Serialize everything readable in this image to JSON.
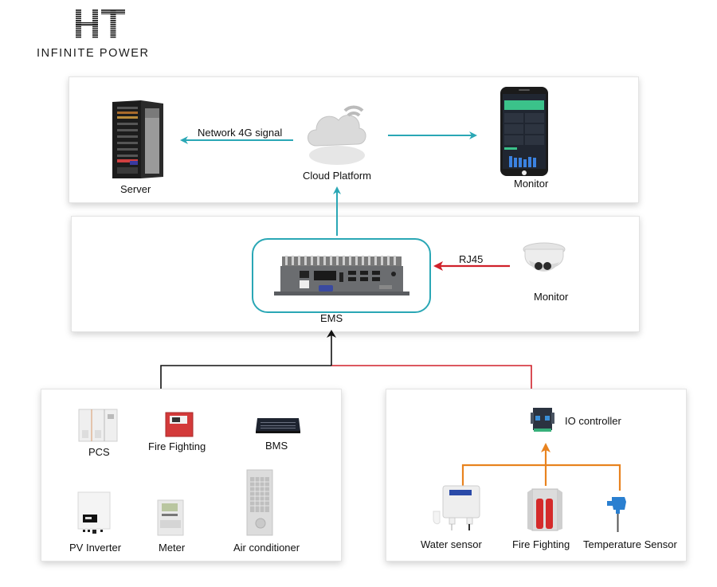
{
  "logo": {
    "mark": "HT",
    "tagline": "INFINITE POWER"
  },
  "cloud_tier": {
    "server_label": "Server",
    "cloud_label": "Cloud Platform",
    "phone_label": "Monitor",
    "link_label": "Network 4G signal"
  },
  "ems_tier": {
    "ems_label": "EMS",
    "camera_label": "Monitor",
    "link_label": "RJ45"
  },
  "left_devices": [
    {
      "label": "PCS"
    },
    {
      "label": "Fire Fighting"
    },
    {
      "label": "BMS"
    },
    {
      "label": "PV Inverter"
    },
    {
      "label": "Meter"
    },
    {
      "label": "Air conditioner"
    }
  ],
  "right_devices": {
    "controller_label": "IO controller",
    "sensors": [
      {
        "label": "Water sensor"
      },
      {
        "label": "Fire Fighting"
      },
      {
        "label": "Temperature Sensor"
      }
    ]
  },
  "colors": {
    "teal": "#2aa7b5",
    "red": "#d0212a",
    "orange": "#e8831f",
    "black": "#111111"
  }
}
